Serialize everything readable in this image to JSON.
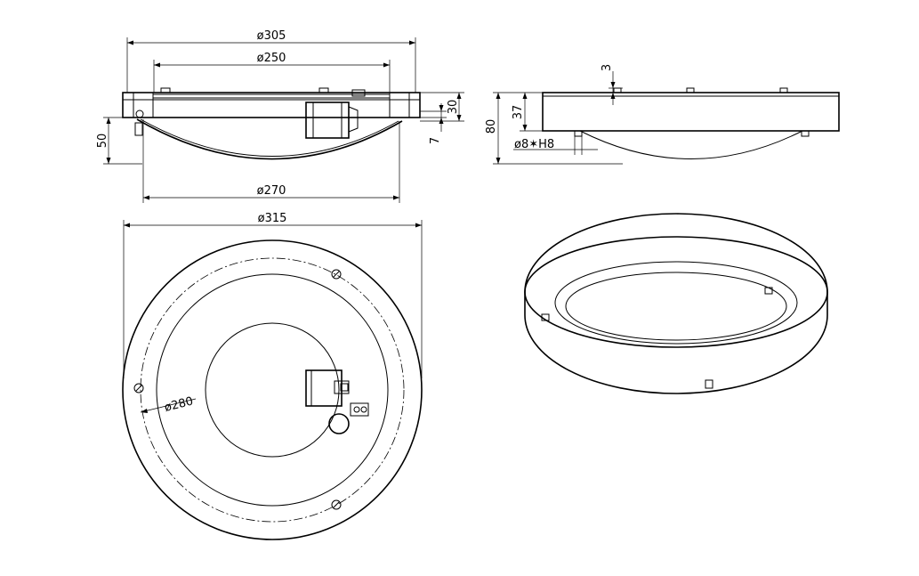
{
  "dimensions": {
    "side_top_outer": "ø305",
    "side_top_inner": "ø250",
    "side_bottom": "ø270",
    "side_height_50": "50",
    "side_height_30": "30",
    "side_height_7": "7",
    "right_total_80": "80",
    "right_body_37": "37",
    "right_gap_3": "3",
    "right_hole": "ø8✶H8",
    "plan_outer": "ø315",
    "plan_bolt_circle": "ø280"
  },
  "views": [
    "side-section-view",
    "side-elevation-view",
    "plan-view",
    "perspective-view"
  ]
}
